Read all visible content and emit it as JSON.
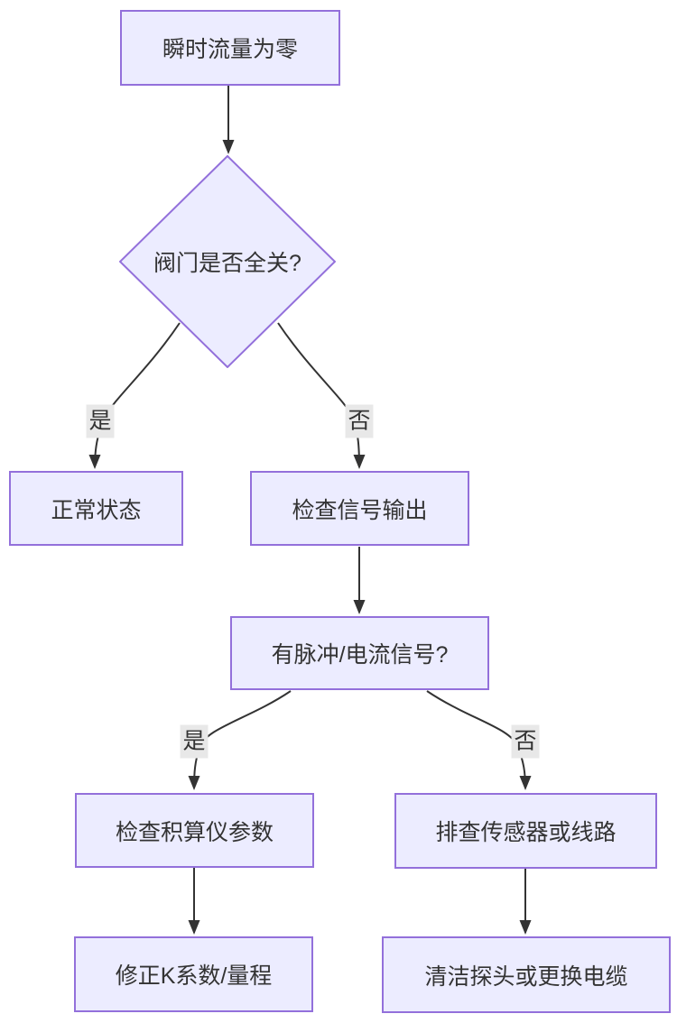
{
  "diagram": {
    "type": "flowchart",
    "direction": "top-down",
    "colors": {
      "background": "#ffffff",
      "node_fill": "#ECECFF",
      "node_border": "#9370DB",
      "edge_stroke": "#333333",
      "edge_label_bg": "#e8e8e8",
      "text": "#333333"
    },
    "nodes": {
      "A": {
        "shape": "rect",
        "label": "瞬时流量为零"
      },
      "B": {
        "shape": "diamond",
        "label": "阀门是否全关?"
      },
      "C": {
        "shape": "rect",
        "label": "正常状态"
      },
      "D": {
        "shape": "rect",
        "label": "检查信号输出"
      },
      "E": {
        "shape": "rect",
        "label": "有脉冲/电流信号?"
      },
      "F": {
        "shape": "rect",
        "label": "检查积算仪参数"
      },
      "G": {
        "shape": "rect",
        "label": "排查传感器或线路"
      },
      "H": {
        "shape": "rect",
        "label": "修正K系数/量程"
      },
      "I": {
        "shape": "rect",
        "label": "清洁探头或更换电缆"
      }
    },
    "edges": [
      {
        "from": "A",
        "to": "B",
        "label": ""
      },
      {
        "from": "B",
        "to": "C",
        "label": "是"
      },
      {
        "from": "B",
        "to": "D",
        "label": "否"
      },
      {
        "from": "D",
        "to": "E",
        "label": ""
      },
      {
        "from": "E",
        "to": "F",
        "label": "是"
      },
      {
        "from": "E",
        "to": "G",
        "label": "否"
      },
      {
        "from": "F",
        "to": "H",
        "label": ""
      },
      {
        "from": "G",
        "to": "I",
        "label": ""
      }
    ],
    "edge_labels": {
      "valve_yes": "是",
      "valve_no": "否",
      "signal_yes": "是",
      "signal_no": "否"
    }
  }
}
